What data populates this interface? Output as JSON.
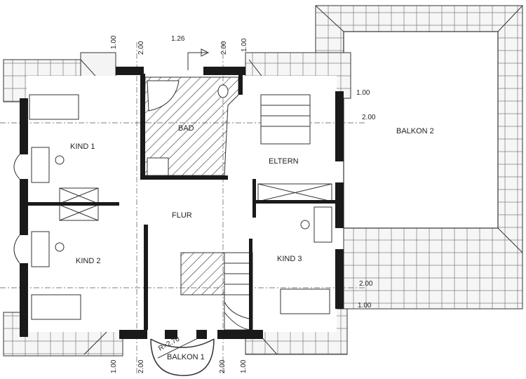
{
  "rooms": {
    "kind1": "KIND 1",
    "kind2": "KIND 2",
    "kind3": "KIND 3",
    "bad": "BAD",
    "eltern": "ELTERN",
    "flur": "FLUR",
    "balkon2": "BALKON 2",
    "balkon1": "BALKON 1"
  },
  "annotations": {
    "radius": "R=2.70"
  },
  "dimensions": {
    "top": [
      "1.00",
      "2.00",
      "1.26",
      "2.00",
      "1.00"
    ],
    "right": [
      "1.00",
      "2.00",
      "2.00",
      "1.00"
    ],
    "bottom": [
      "1.00",
      "2.00",
      "2.00",
      "1.00"
    ]
  }
}
